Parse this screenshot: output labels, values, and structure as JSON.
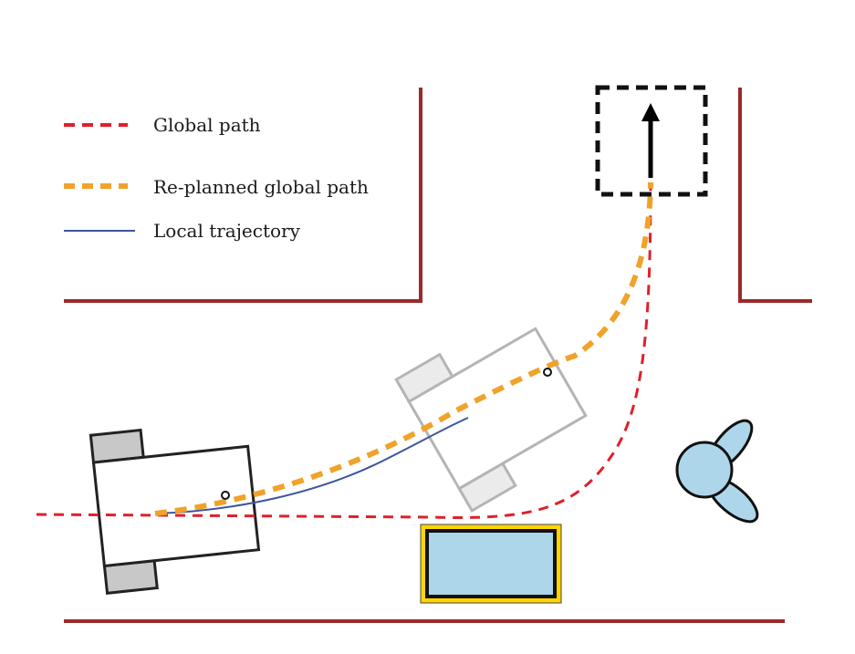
{
  "legend": {
    "items": [
      {
        "label": "Global path",
        "style": "dashed",
        "color": "#e0202a"
      },
      {
        "label": "Re-planned global path",
        "style": "dashed-thick",
        "color": "#f0a22a"
      },
      {
        "label": "Local trajectory",
        "style": "solid",
        "color": "#3a55a0"
      }
    ]
  },
  "colors": {
    "wall": "#9b2a2a",
    "goal_box": "#111111",
    "robot_current": "#222222",
    "robot_wheel_current": "#c8c8c8",
    "robot_future": "#b4b4b4",
    "robot_wheel_future": "#ebebeb",
    "obstacle_fill": "#add6ea",
    "obstacle_border": "#ffd500",
    "pedestrian_fill": "#add6ea"
  },
  "elements": {
    "goal": "goal-pose",
    "robot_current": "robot-current-pose",
    "robot_future": "robot-predicted-pose",
    "static_obstacle": "static-obstacle",
    "dynamic_obstacle": "pedestrian"
  }
}
